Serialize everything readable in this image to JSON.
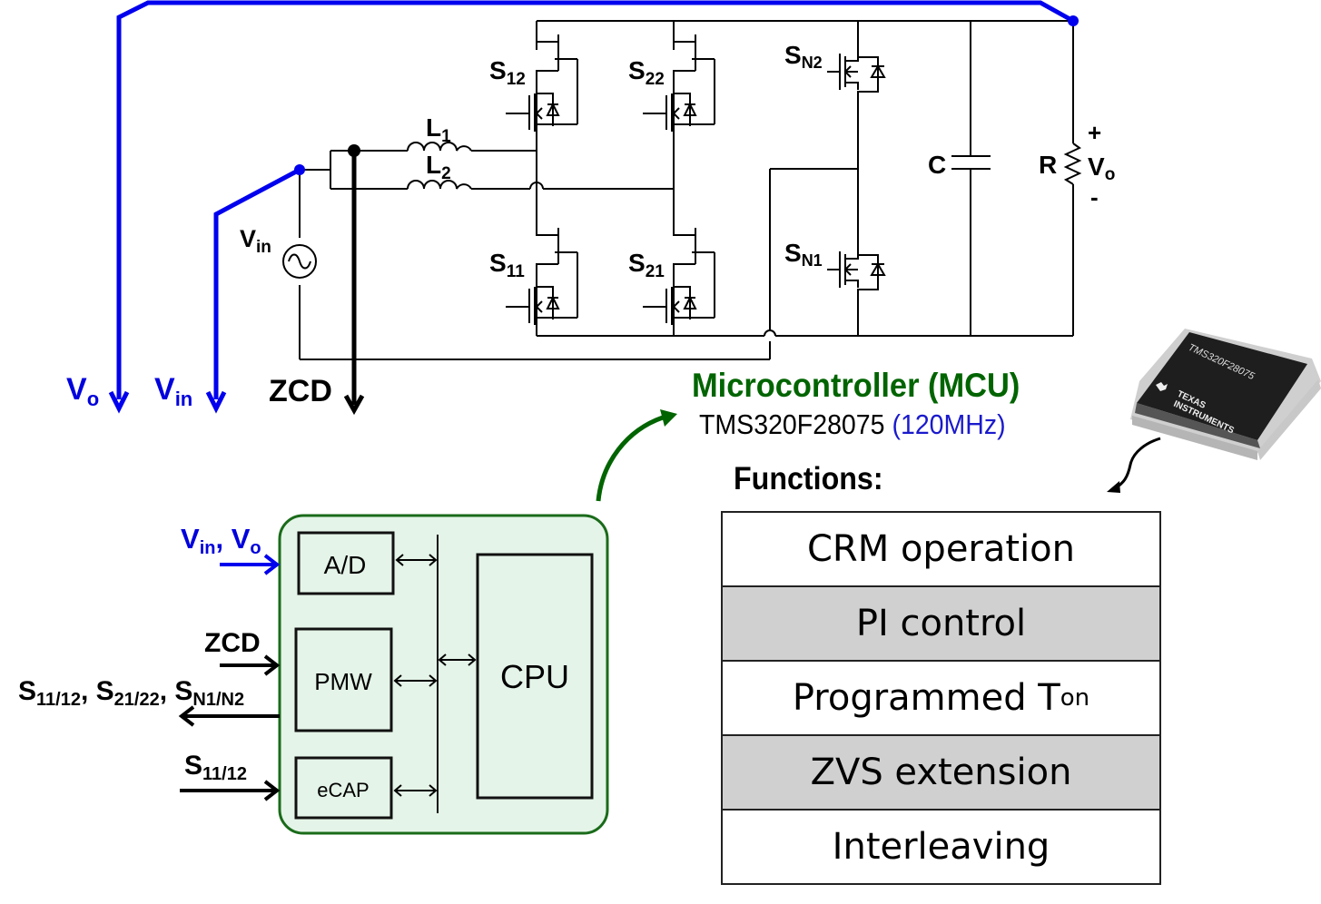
{
  "circuit": {
    "inductors": [
      {
        "name": "L",
        "sub": "1"
      },
      {
        "name": "L",
        "sub": "2"
      }
    ],
    "switches": [
      {
        "name": "S",
        "sub": "12"
      },
      {
        "name": "S",
        "sub": "11"
      },
      {
        "name": "S",
        "sub": "22"
      },
      {
        "name": "S",
        "sub": "21"
      },
      {
        "name": "S",
        "sub": "N2"
      },
      {
        "name": "S",
        "sub": "N1"
      }
    ],
    "source": {
      "name": "V",
      "sub": "in"
    },
    "capacitor": "C",
    "resistor": "R",
    "output": {
      "name": "V",
      "sub": "o",
      "plus": "+",
      "minus": "-"
    }
  },
  "sense_signals": {
    "vo": {
      "name": "V",
      "sub": "o"
    },
    "vin": {
      "name": "V",
      "sub": "in"
    },
    "zcd": "ZCD"
  },
  "mcu": {
    "title": "Microcontroller (MCU)",
    "part_number": "TMS320F28075",
    "frequency": "(120MHz)",
    "chip_marking": "TMS320F28075",
    "chip_brand_line1": "TEXAS",
    "chip_brand_line2": "INSTRUMENTS"
  },
  "block_diagram": {
    "blocks": {
      "ad": "A/D",
      "pwm": "PMW",
      "ecap": "eCAP",
      "cpu": "CPU"
    },
    "inputs": {
      "vin_vo": {
        "a": "V",
        "a_sub": "in",
        "sep": ", ",
        "b": "V",
        "b_sub": "o"
      },
      "zcd": "ZCD",
      "ecap_in": {
        "name": "S",
        "sub": "11/12"
      }
    },
    "outputs": {
      "gates": [
        {
          "name": "S",
          "sub": "11/12",
          "sep": ", "
        },
        {
          "name": "S",
          "sub": "21/22",
          "sep": ", "
        },
        {
          "name": "S",
          "sub": "N1/N2",
          "sep": ""
        }
      ]
    }
  },
  "functions": {
    "title": "Functions:",
    "items": [
      {
        "label": "CRM operation",
        "sub": "",
        "shaded": false
      },
      {
        "label": "PI control",
        "sub": "",
        "shaded": true
      },
      {
        "label": "Programmed T",
        "sub": "on",
        "shaded": false
      },
      {
        "label": "ZVS extension",
        "sub": "",
        "shaded": true
      },
      {
        "label": "Interleaving",
        "sub": "",
        "shaded": false
      }
    ]
  },
  "colors": {
    "sense_wire": "#0000ee",
    "mcu_green": "#006400",
    "mcu_box_fill": "#e4f4e8",
    "table_shade": "#d0d0d0"
  }
}
